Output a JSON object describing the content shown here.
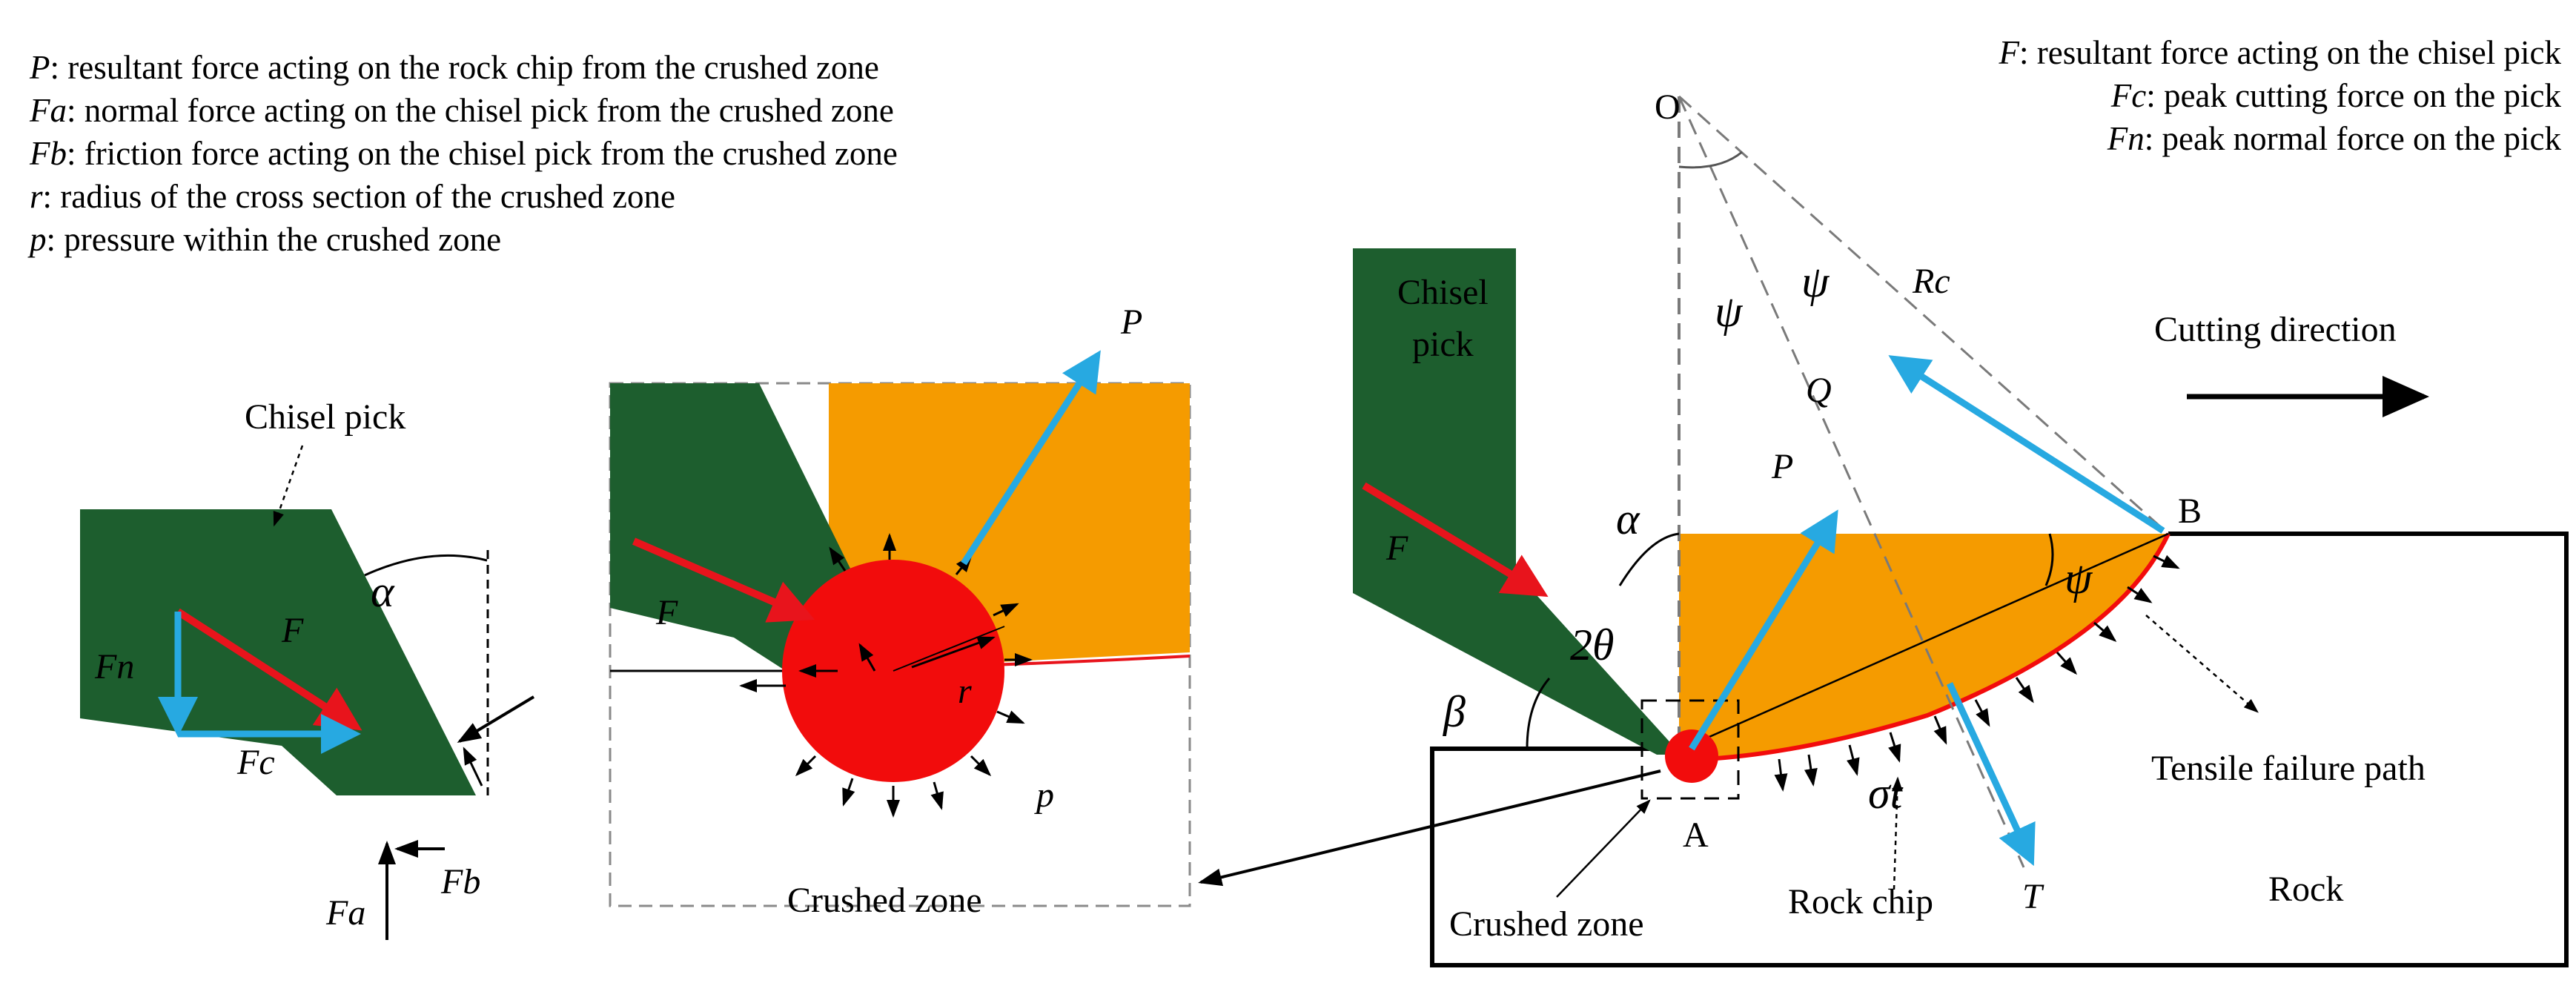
{
  "legend_left": [
    {
      "symbol": "P",
      "text": ": resultant force acting on the rock chip from the crushed zone"
    },
    {
      "symbol": "Fa",
      "text": ": normal force acting on the chisel pick from the crushed zone"
    },
    {
      "symbol": "Fb",
      "text": ": friction force acting on the chisel pick from the crushed zone"
    },
    {
      "symbol": "r",
      "text": ": radius of the cross section of the crushed zone"
    },
    {
      "symbol": "p",
      "text": ": pressure within the crushed zone"
    }
  ],
  "legend_right": [
    {
      "symbol": "F",
      "text": ": resultant force acting on the chisel pick"
    },
    {
      "symbol": "Fc",
      "text": ": peak cutting force on the pick"
    },
    {
      "symbol": "Fn",
      "text": ": peak normal force on the pick"
    }
  ],
  "left_panel": {
    "pick_label": "Chisel pick",
    "alpha": "α",
    "F": "F",
    "Fn": "Fn",
    "Fc": "Fc",
    "Fa": "Fa",
    "Fb": "Fb"
  },
  "middle_panel": {
    "F": "F",
    "P": "P",
    "r": "r",
    "p": "p",
    "zone_label": "Crushed zone"
  },
  "right_panel": {
    "pick_label_line1": "Chisel",
    "pick_label_line2": "pick",
    "F": "F",
    "alpha": "α",
    "beta": "β",
    "two_theta": "2θ",
    "psi": "ψ",
    "O": "O",
    "Rc": "Rc",
    "Q": "Q",
    "P": "P",
    "T": "T",
    "A": "A",
    "B": "B",
    "sigma_t": "σt",
    "cutting_direction": "Cutting direction",
    "tensile_failure_path": "Tensile failure path",
    "rock": "Rock",
    "rock_chip": "Rock chip",
    "crushed_zone": "Crushed zone"
  },
  "colors": {
    "pick_green": "#1d5e2e",
    "rock_chip_orange": "#f59b00",
    "crushed_red": "#f20c0c",
    "force_red": "#e8141c",
    "force_blue": "#27a9e1",
    "line_black": "#000000",
    "dash_gray": "#7a7a7a"
  }
}
